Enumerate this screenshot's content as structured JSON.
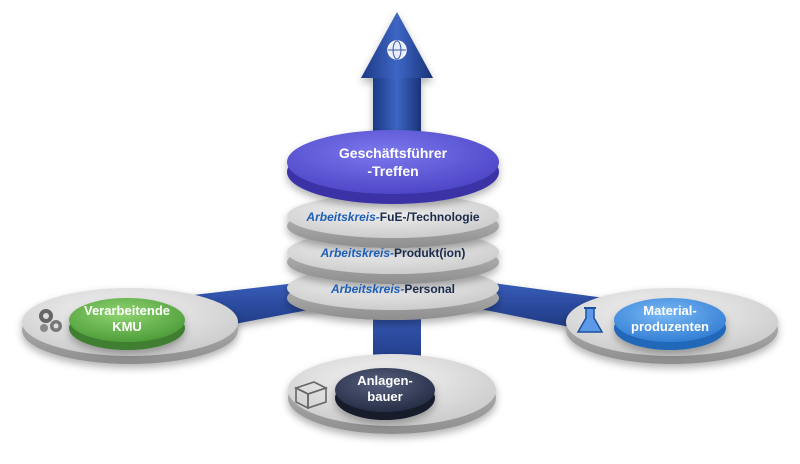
{
  "top": {
    "line1": "Geschäftsführer",
    "line2": "-Treffen"
  },
  "layers": [
    {
      "prefix": "Arbeitskreis-",
      "suffix": "FuE-/Technologie"
    },
    {
      "prefix": "Arbeitskreis-",
      "suffix": "Produkt(ion)"
    },
    {
      "prefix": "Arbeitskreis-",
      "suffix": "Personal"
    }
  ],
  "nodes": {
    "left": {
      "line1": "Verarbeitende",
      "line2": "KMU",
      "icon": "gears-icon",
      "color": "#5fb04a"
    },
    "right": {
      "line1": "Material-",
      "line2": "produzenten",
      "icon": "flask-icon",
      "color": "#3d8fe0"
    },
    "bottom": {
      "line1": "Anlagen-",
      "line2": "bauer",
      "icon": "box-icon",
      "color": "#2e3550"
    }
  },
  "colors": {
    "top_disk": "#5b55d8",
    "arrow": "#1f3f8e",
    "plate": "#cfcfcf"
  },
  "arrow_icon": "globe-icon"
}
